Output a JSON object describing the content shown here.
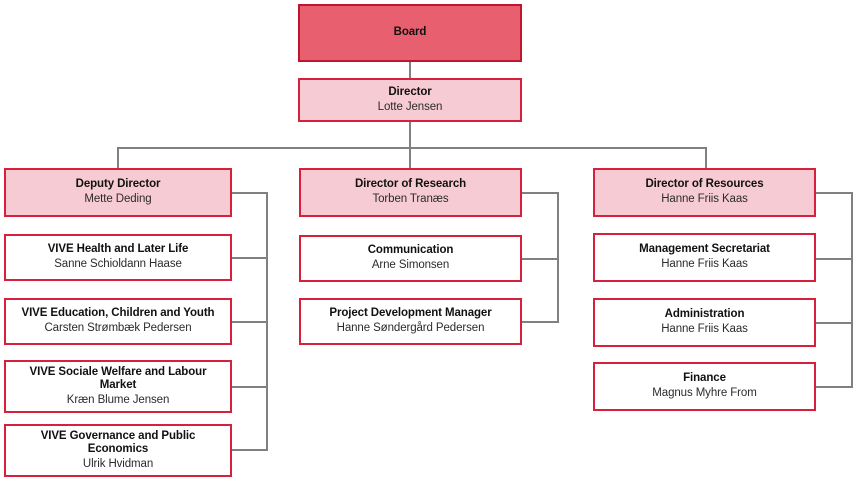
{
  "org_chart": {
    "type": "organization-chart",
    "colors": {
      "board_fill": "#e8606f",
      "director_fill": "#f7cbd3",
      "unit_fill": "#ffffff",
      "border": "#d6203c",
      "connector": "#808080",
      "title_text": "#111111",
      "person_text": "#2b2b2b"
    },
    "root": {
      "title": "Board",
      "person": ""
    },
    "director": {
      "title": "Director",
      "person": "Lotte Jensen"
    },
    "branches": [
      {
        "head": {
          "title": "Deputy Director",
          "person": "Mette Deding"
        },
        "units": [
          {
            "title": "VIVE Health and Later Life",
            "person": "Sanne Schioldann Haase"
          },
          {
            "title": "VIVE Education, Children and Youth",
            "person": "Carsten Strømbæk Pedersen"
          },
          {
            "title": "VIVE Sociale Welfare and Labour Market",
            "person": "Kræn Blume Jensen"
          },
          {
            "title": "VIVE Governance and Public Economics",
            "person": "Ulrik Hvidman"
          }
        ]
      },
      {
        "head": {
          "title": "Director of Research",
          "person": "Torben Tranæs"
        },
        "units": [
          {
            "title": "Communication",
            "person": "Arne Simonsen"
          },
          {
            "title": "Project Development Manager",
            "person": "Hanne Søndergård Pedersen"
          }
        ]
      },
      {
        "head": {
          "title": "Director of Resources",
          "person": "Hanne Friis Kaas"
        },
        "units": [
          {
            "title": "Management Secretariat",
            "person": "Hanne Friis Kaas"
          },
          {
            "title": "Administration",
            "person": "Hanne Friis Kaas"
          },
          {
            "title": "Finance",
            "person": "Magnus Myhre From"
          }
        ]
      }
    ]
  }
}
